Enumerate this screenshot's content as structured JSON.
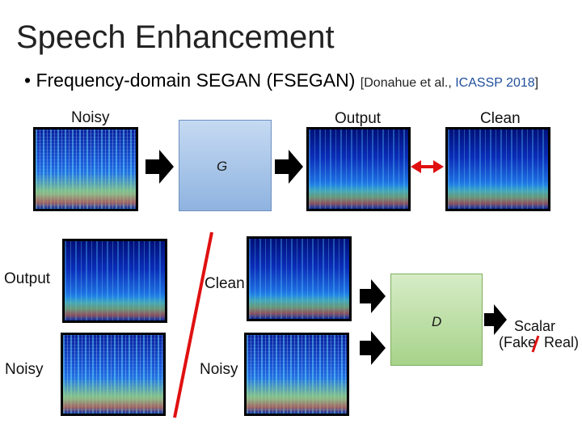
{
  "slide": {
    "title": "Speech Enhancement",
    "bullet": {
      "marker": "•",
      "text": "Frequency-domain SEGAN (FSEGAN)",
      "citation_prefix": "[Donahue et al., ",
      "citation_venue": "ICASSP 2018",
      "citation_suffix": "]"
    }
  },
  "generator_stage": {
    "noisy_label": "Noisy",
    "output_label": "Output",
    "clean_label": "Clean",
    "g_label": "G"
  },
  "discriminator_stage": {
    "output_label": "Output",
    "noisy_label_left": "Noisy",
    "clean_label": "Clean",
    "noisy_label_right": "Noisy",
    "d_label": "D",
    "scalar_label": "Scalar",
    "fake_real_label": "(Fake  Real)"
  },
  "colors": {
    "generator_fill": "#8fb3e0",
    "discriminator_fill": "#a7d38a",
    "red_accent": "#e01010",
    "venue_blue": "#1f4e9c"
  }
}
